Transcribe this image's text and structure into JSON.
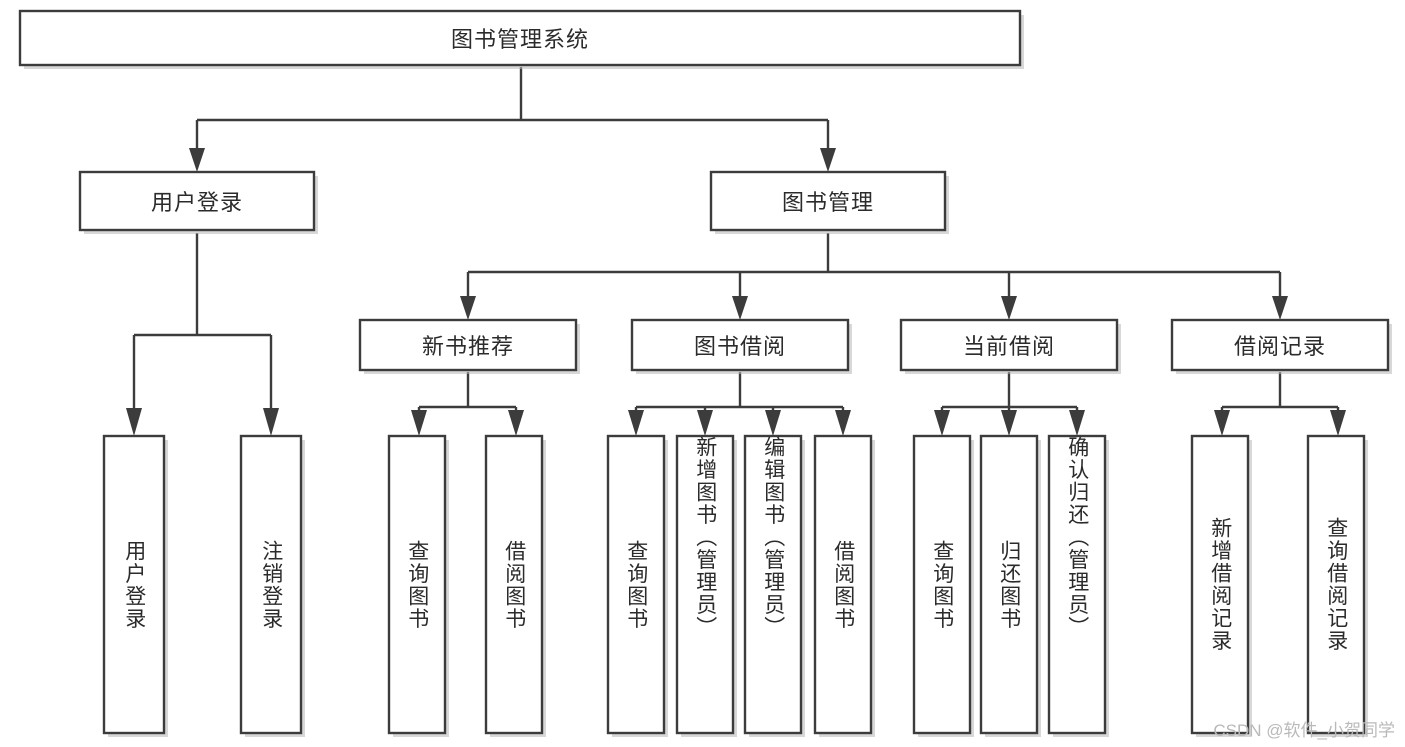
{
  "diagram": {
    "type": "tree-hierarchy-diagram",
    "title": "图书管理系统",
    "watermark": "CSDN @软件_小贺同学",
    "colors": {
      "stroke": "#3c3c3c",
      "fill": "#ffffff",
      "text": "#2b2b2b",
      "watermark": "#b9b9b9",
      "background": "#ffffff"
    },
    "levels": {
      "level0": [
        {
          "id": "root",
          "label": "图书管理系统",
          "orientation": "horizontal"
        }
      ],
      "level1": [
        {
          "id": "user-login",
          "label": "用户登录",
          "orientation": "horizontal",
          "parent": "root"
        },
        {
          "id": "book-management",
          "label": "图书管理",
          "orientation": "horizontal",
          "parent": "root"
        }
      ],
      "level2": [
        {
          "id": "new-book-recommend",
          "label": "新书推荐",
          "orientation": "horizontal",
          "parent": "book-management"
        },
        {
          "id": "book-borrow",
          "label": "图书借阅",
          "orientation": "horizontal",
          "parent": "book-management"
        },
        {
          "id": "current-borrow",
          "label": "当前借阅",
          "orientation": "horizontal",
          "parent": "book-management"
        },
        {
          "id": "borrow-record",
          "label": "借阅记录",
          "orientation": "horizontal",
          "parent": "book-management"
        }
      ],
      "level3": [
        {
          "id": "leaf-user-login",
          "label": "用户登录",
          "orientation": "vertical",
          "parent": "user-login"
        },
        {
          "id": "leaf-logout-login",
          "label": "注销登录",
          "orientation": "vertical",
          "parent": "user-login"
        },
        {
          "id": "leaf-query-book-1",
          "label": "查询图书",
          "orientation": "vertical",
          "parent": "new-book-recommend"
        },
        {
          "id": "leaf-borrow-book-1",
          "label": "借阅图书",
          "orientation": "vertical",
          "parent": "new-book-recommend"
        },
        {
          "id": "leaf-query-book-2",
          "label": "查询图书",
          "orientation": "vertical",
          "parent": "book-borrow"
        },
        {
          "id": "leaf-add-book",
          "label": "新增图书（管理员）",
          "orientation": "vertical",
          "parent": "book-borrow"
        },
        {
          "id": "leaf-edit-book",
          "label": "编辑图书（管理员）",
          "orientation": "vertical",
          "parent": "book-borrow"
        },
        {
          "id": "leaf-borrow-book-2",
          "label": "借阅图书",
          "orientation": "vertical",
          "parent": "book-borrow"
        },
        {
          "id": "leaf-query-book-3",
          "label": "查询图书",
          "orientation": "vertical",
          "parent": "current-borrow"
        },
        {
          "id": "leaf-return-book",
          "label": "归还图书",
          "orientation": "vertical",
          "parent": "current-borrow"
        },
        {
          "id": "leaf-confirm-return",
          "label": "确认归还（管理员）",
          "orientation": "vertical",
          "parent": "current-borrow"
        },
        {
          "id": "leaf-add-record",
          "label": "新增借阅记录",
          "orientation": "vertical",
          "parent": "borrow-record"
        },
        {
          "id": "leaf-query-record",
          "label": "查询借阅记录",
          "orientation": "vertical",
          "parent": "borrow-record"
        }
      ]
    }
  }
}
